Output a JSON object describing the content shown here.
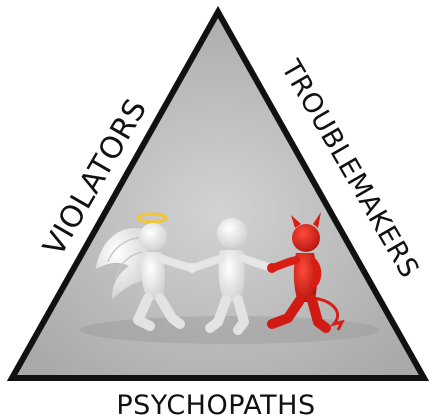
{
  "diagram": {
    "left_side_label": "VIOLATORS",
    "right_side_label": "TROUBLEMAKERS",
    "bottom_label": "PSYCHOPATHS",
    "figures": [
      {
        "name": "angel",
        "description_icon": "angel-figure-icon"
      },
      {
        "name": "person",
        "description_icon": "neutral-figure-icon"
      },
      {
        "name": "devil",
        "description_icon": "devil-figure-icon"
      }
    ]
  },
  "colors": {
    "triangle_fill": "#b9b9b9",
    "triangle_stroke": "#111111",
    "angel": "#f2f2f2",
    "person": "#f5f5f5",
    "devil": "#e0231a",
    "halo": "#f3c531",
    "text": "#111111"
  }
}
